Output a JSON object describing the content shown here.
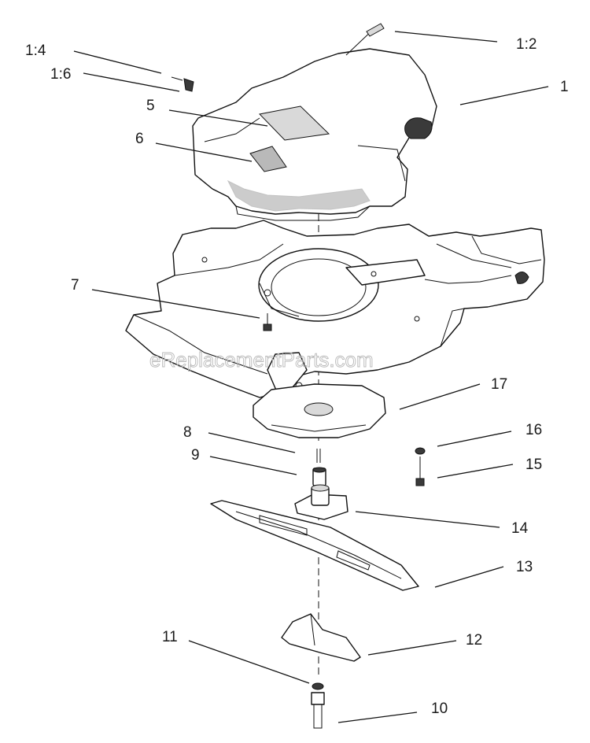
{
  "watermark": "eReplacementParts.com",
  "callouts": [
    "1:4",
    "1:6",
    "5",
    "6",
    "1:2",
    "1",
    "7",
    "17",
    "8",
    "16",
    "9",
    "15",
    "14",
    "13",
    "11",
    "12",
    "10"
  ]
}
